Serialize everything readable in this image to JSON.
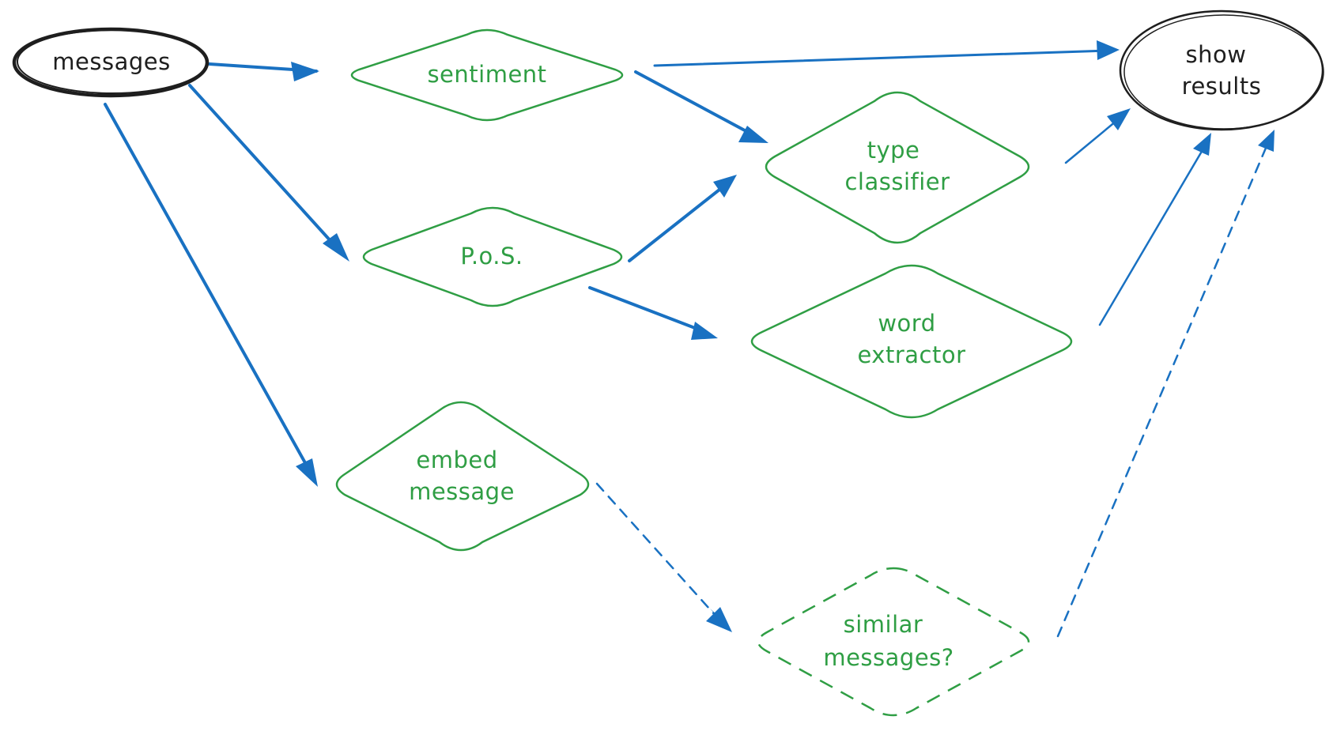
{
  "colors": {
    "edge": "#1971c2",
    "process": "#2f9e44",
    "terminal": "#1e1e1e",
    "background": "#ffffff"
  },
  "nodes": {
    "messages": {
      "label": "messages"
    },
    "sentiment": {
      "label": "sentiment"
    },
    "pos": {
      "label": "P.o.S."
    },
    "type_classifier": {
      "lines": [
        "type",
        "classifier"
      ]
    },
    "word_extractor": {
      "lines": [
        "word",
        "extractor"
      ]
    },
    "embed_message": {
      "lines": [
        "embed",
        "message"
      ]
    },
    "similar_messages": {
      "lines": [
        "similar",
        "messages?"
      ]
    },
    "show_results": {
      "lines": [
        "show",
        "results"
      ]
    }
  },
  "edges": [
    {
      "from": "messages",
      "to": "sentiment",
      "style": "solid"
    },
    {
      "from": "messages",
      "to": "pos",
      "style": "solid"
    },
    {
      "from": "messages",
      "to": "embed_message",
      "style": "solid"
    },
    {
      "from": "sentiment",
      "to": "show_results",
      "style": "solid"
    },
    {
      "from": "sentiment",
      "to": "type_classifier",
      "style": "solid"
    },
    {
      "from": "pos",
      "to": "type_classifier",
      "style": "solid"
    },
    {
      "from": "pos",
      "to": "word_extractor",
      "style": "solid"
    },
    {
      "from": "type_classifier",
      "to": "show_results",
      "style": "solid"
    },
    {
      "from": "word_extractor",
      "to": "show_results",
      "style": "solid"
    },
    {
      "from": "embed_message",
      "to": "similar_messages",
      "style": "dashed"
    },
    {
      "from": "similar_messages",
      "to": "show_results",
      "style": "dashed"
    }
  ]
}
